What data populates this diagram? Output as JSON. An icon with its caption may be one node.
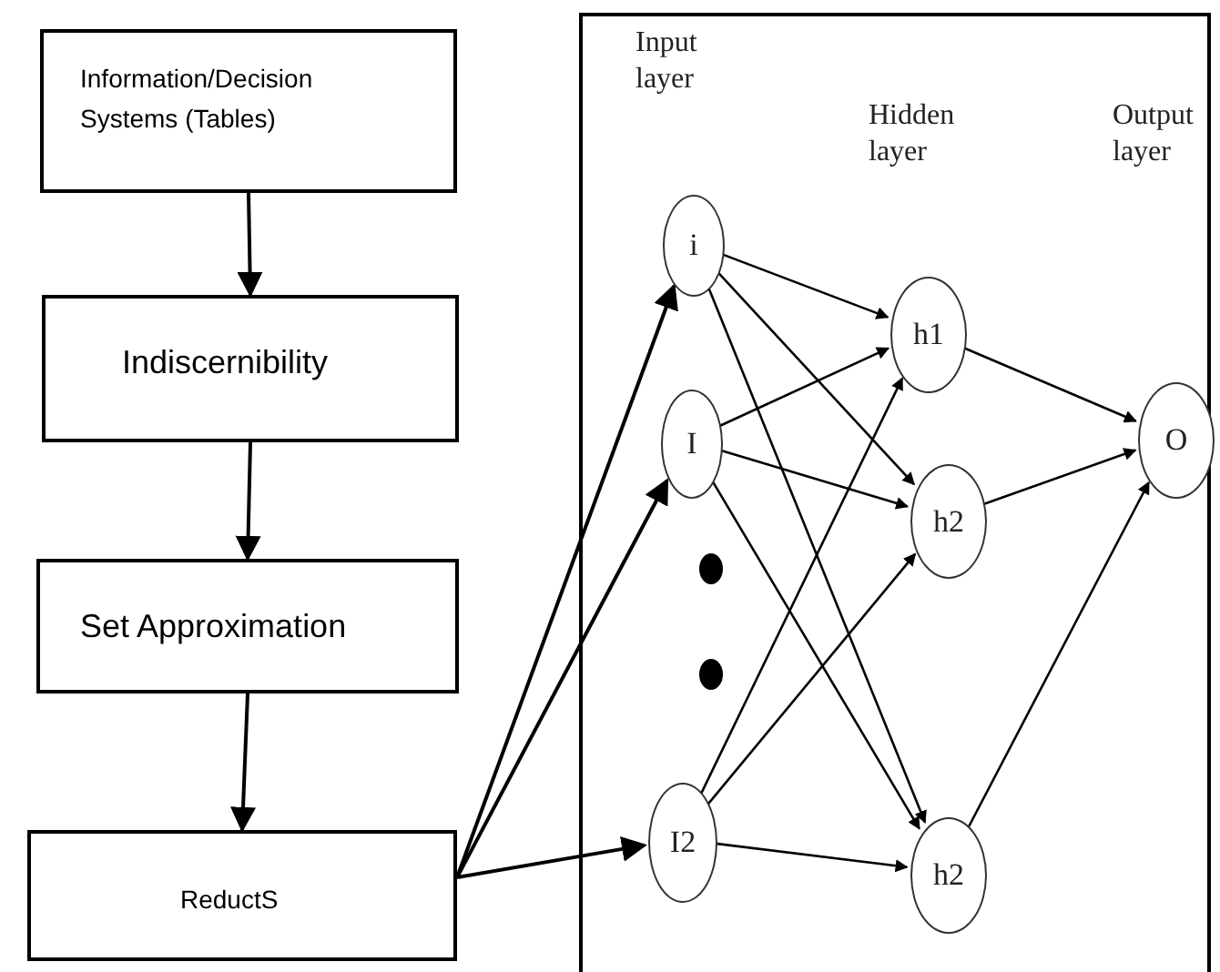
{
  "diagram": {
    "nodes": [
      {
        "text": [
          "Information/Decision Systems (Tables)"
        ]
      },
      {
        "text": [
          "Indiscernibility"
        ]
      },
      {
        "text": [
          "Set Approximation"
        ]
      },
      {
        "text": [
          "ReductS"
        ]
      },
      {
        "text": [],
        "shape": "box"
      },
      {
        "text": [
          "i"
        ],
        "in": 4
      },
      {
        "text": [
          "I"
        ],
        "in": 4
      },
      {
        "text": [
          "I2"
        ],
        "in": 4
      },
      {
        "text": [
          "h1"
        ],
        "in": 4
      },
      {
        "text": [
          "h2"
        ],
        "in": 4
      },
      {
        "text": [
          "h2"
        ],
        "in": 4
      },
      {
        "text": [
          "O"
        ],
        "in": 4
      }
    ],
    "edges": [
      {
        "from": 0,
        "to": 1,
        "arrow": "to"
      },
      {
        "from": 1,
        "to": 2,
        "arrow": "to"
      },
      {
        "from": 2,
        "to": 3,
        "arrow": "to"
      },
      {
        "from": 3,
        "to": 5,
        "arrow": "to"
      },
      {
        "from": 3,
        "to": 6,
        "arrow": "to"
      },
      {
        "from": 3,
        "to": 7,
        "arrow": "to"
      },
      {
        "from": 5,
        "to": 8,
        "arrow": "to"
      },
      {
        "from": 5,
        "to": 9,
        "arrow": "to"
      },
      {
        "from": 5,
        "to": 10,
        "arrow": "to"
      },
      {
        "from": 6,
        "to": 8,
        "arrow": "to"
      },
      {
        "from": 6,
        "to": 9,
        "arrow": "to"
      },
      {
        "from": 6,
        "to": 10,
        "arrow": "to"
      },
      {
        "from": 7,
        "to": 8,
        "arrow": "to"
      },
      {
        "from": 7,
        "to": 9,
        "arrow": "to"
      },
      {
        "from": 7,
        "to": 10,
        "arrow": "to"
      },
      {
        "from": 8,
        "to": 11,
        "arrow": "to"
      },
      {
        "from": 9,
        "to": 11,
        "arrow": "to"
      },
      {
        "from": 10,
        "to": 11,
        "arrow": "to"
      }
    ],
    "labels": [
      "Input layer",
      "Hidden layer",
      "Output layer"
    ]
  }
}
